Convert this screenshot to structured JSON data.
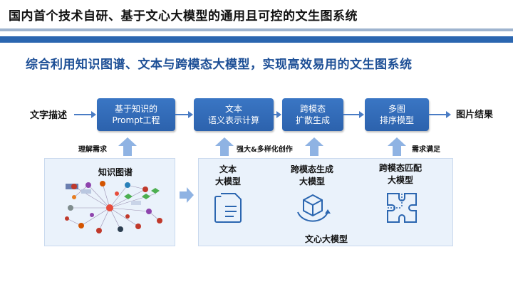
{
  "slide": {
    "title": "国内首个技术自研、基于文心大模型的通用且可控的文生图系统",
    "subtitle": "综合利用知识图谱、文本与跨模态大模型，实现高效易用的文生图系统"
  },
  "flow": {
    "input_label": "文字描述",
    "output_label": "图片结果",
    "steps": [
      {
        "line1": "基于知识的",
        "line2": "Prompt工程"
      },
      {
        "line1": "文本",
        "line2": "语义表示计算"
      },
      {
        "line1": "跨模态",
        "line2": "扩散生成"
      },
      {
        "line1": "多图",
        "line2": "排序模型"
      }
    ]
  },
  "arrows": {
    "left": "理解需求",
    "middle": "强大&多样化创作",
    "right": "需求满足"
  },
  "knowledge_panel": {
    "title": "知识图谱"
  },
  "models_panel": {
    "text_model": {
      "line1": "文本",
      "line2": "大模型"
    },
    "cross_modal_gen": {
      "line1": "跨模态生成",
      "line2": "大模型"
    },
    "cross_modal_match": {
      "line1": "跨模态匹配",
      "line2": "大模型"
    },
    "footer": "文心大模型"
  },
  "icons": [
    "document-icon",
    "cube-cycle-icon",
    "puzzle-icon",
    "knowledge-graph-image"
  ],
  "colors": {
    "accent": "#2b66b0",
    "box": "#3a76c4",
    "arrow": "#8fb3e3",
    "panel": "#eaf2fb",
    "subtitle": "#1d4f96"
  }
}
